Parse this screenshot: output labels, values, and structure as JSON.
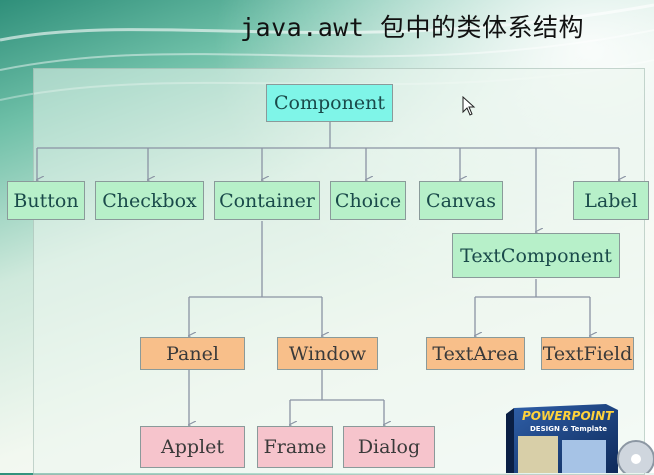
{
  "title": "java.awt 包中的类体系结构",
  "nodes": {
    "component": "Component",
    "button": "Button",
    "checkbox": "Checkbox",
    "container": "Container",
    "choice": "Choice",
    "canvas": "Canvas",
    "label": "Label",
    "textcomponent": "TextComponent",
    "panel": "Panel",
    "window": "Window",
    "textarea": "TextArea",
    "textfield": "TextField",
    "applet": "Applet",
    "frame": "Frame",
    "dialog": "Dialog"
  },
  "product_box": {
    "line1": "POWERPOINT",
    "line2": "DESIGN & Template"
  },
  "colors": {
    "line": "#8a93a3",
    "cyan": "#7ff5e8",
    "green": "#b7f0c9",
    "orange": "#f8bf8a",
    "pink": "#f6c4cc"
  }
}
